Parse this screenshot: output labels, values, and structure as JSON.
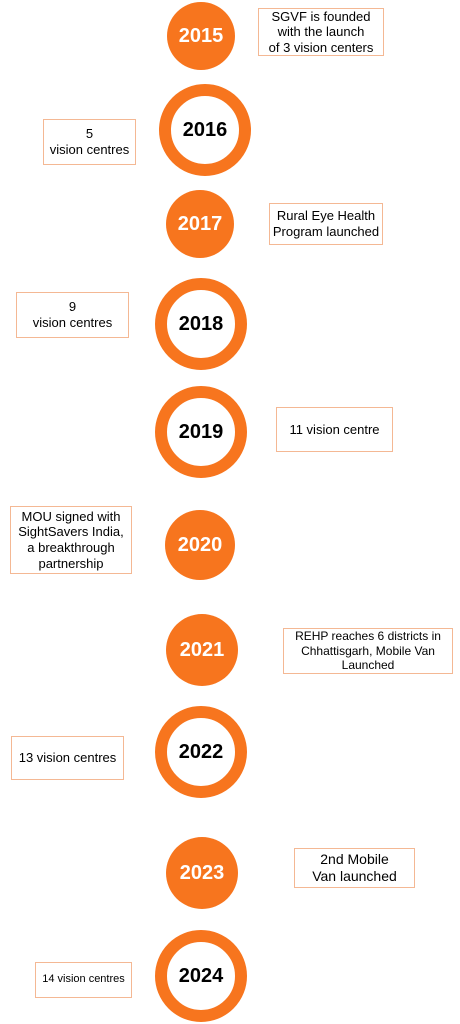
{
  "colors": {
    "accent": "#f7751e",
    "box_border": "#f4b894",
    "text": "#000000",
    "year_on_filled": "#ffffff"
  },
  "milestones": [
    {
      "year": "2015",
      "style": "filled",
      "note": "SGVF is founded\nwith the launch\nof 3 vision centers",
      "side": "right"
    },
    {
      "year": "2016",
      "style": "ring",
      "note": "5\nvision centres",
      "side": "left"
    },
    {
      "year": "2017",
      "style": "filled",
      "note": "Rural Eye Health\nProgram launched",
      "side": "right"
    },
    {
      "year": "2018",
      "style": "ring",
      "note": "9\nvision centres",
      "side": "left"
    },
    {
      "year": "2019",
      "style": "ring",
      "note": "11 vision centre",
      "side": "right"
    },
    {
      "year": "2020",
      "style": "filled",
      "note": "MOU signed with\nSightSavers India,\na breakthrough\npartnership",
      "side": "left"
    },
    {
      "year": "2021",
      "style": "filled",
      "note": "REHP reaches 6 districts in\nChhattisgarh, Mobile Van\nLaunched",
      "side": "right"
    },
    {
      "year": "2022",
      "style": "ring",
      "note": "13 vision centres",
      "side": "left"
    },
    {
      "year": "2023",
      "style": "filled",
      "note": "2nd Mobile\nVan launched",
      "side": "right"
    },
    {
      "year": "2024",
      "style": "ring",
      "note": "14 vision centres",
      "side": "left"
    }
  ]
}
